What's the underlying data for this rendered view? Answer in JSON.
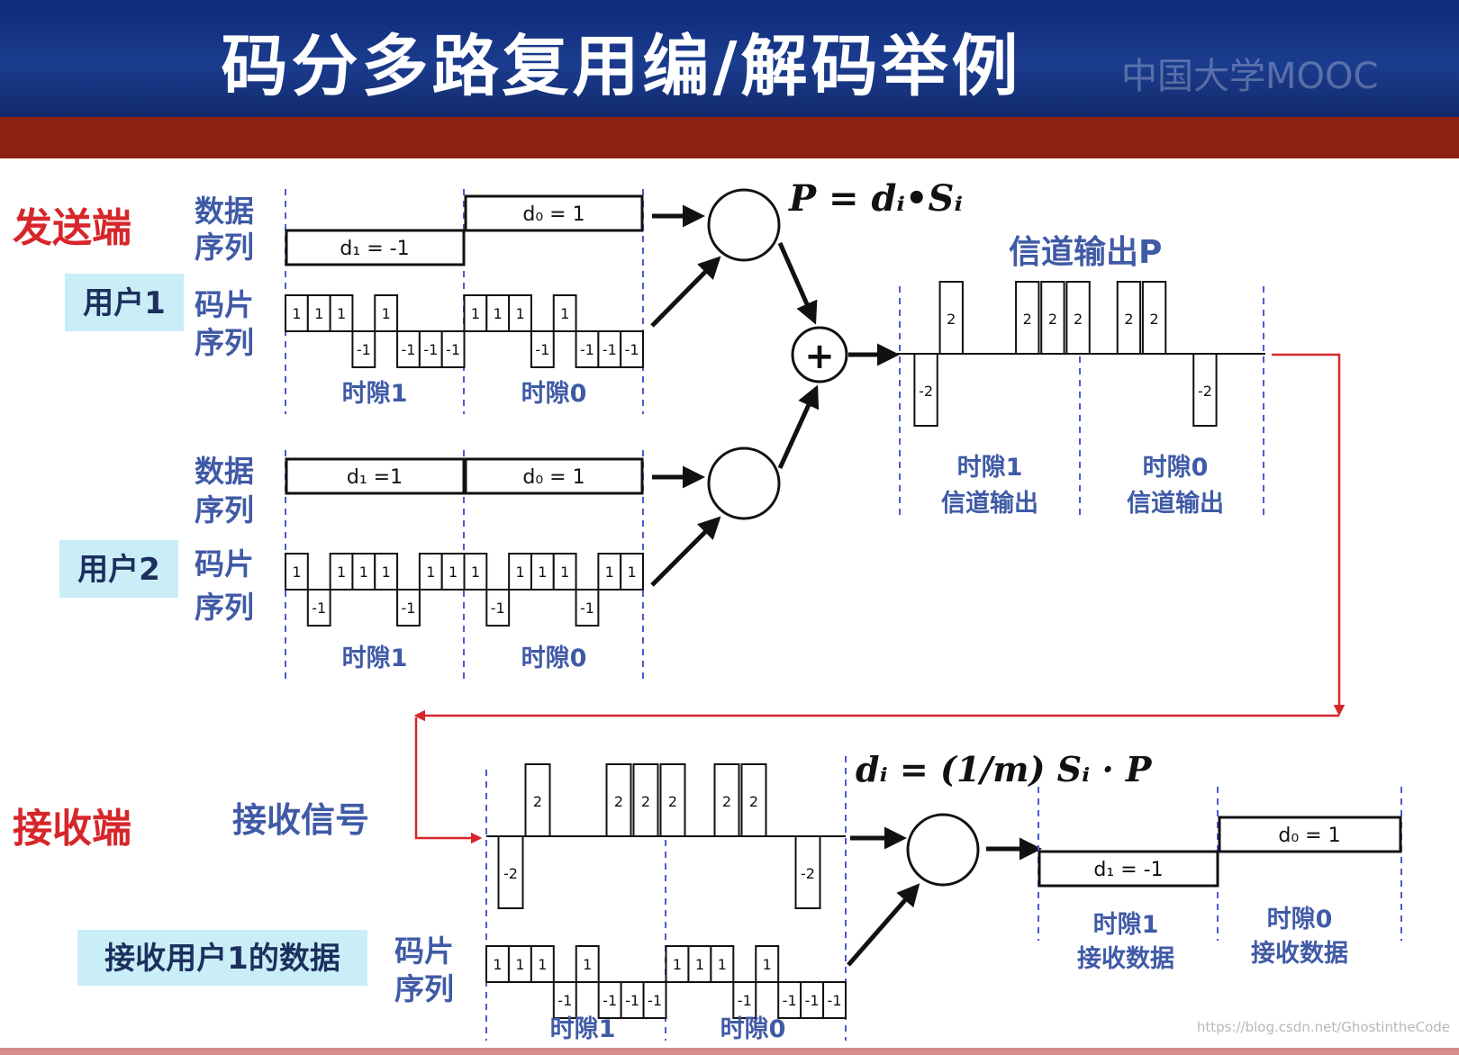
{
  "header": {
    "title": "码分多路复用编/解码举例",
    "watermark": "中国大学MOOC"
  },
  "footer": {
    "url": "https://blog.csdn.net/GhostintheCode"
  },
  "sender": {
    "side_label": "发送端",
    "user1": {
      "name": "用户1",
      "data_label_1": "数据",
      "data_label_2": "序列",
      "chip_label_1": "码片",
      "chip_label_2": "序列",
      "d1_text": "d₁ = -1",
      "d0_text": "d₀ = 1",
      "slot1_label": "时隙1",
      "slot0_label": "时隙0",
      "chips": [
        1,
        1,
        1,
        -1,
        1,
        -1,
        -1,
        -1
      ]
    },
    "user2": {
      "name": "用户2",
      "data_label_1": "数据",
      "data_label_2": "序列",
      "chip_label_1": "码片",
      "chip_label_2": "序列",
      "d1_text": "d₁ =1",
      "d0_text": "d₀ = 1",
      "slot1_label": "时隙1",
      "slot0_label": "时隙0",
      "chips": [
        1,
        -1,
        1,
        1,
        1,
        -1,
        1,
        1
      ]
    },
    "encode_formula": "P = dᵢ•Sᵢ",
    "adder_symbol": "+"
  },
  "channel": {
    "title": "信道输出P",
    "values": [
      -2,
      2,
      0,
      0,
      2,
      2,
      2,
      0,
      2,
      2,
      0,
      -2
    ],
    "slot1_label_1": "时隙1",
    "slot1_label_2": "信道输出",
    "slot0_label_1": "时隙0",
    "slot0_label_2": "信道输出"
  },
  "receiver": {
    "side_label": "接收端",
    "signal_label": "接收信号",
    "user_caption": "接收用户1的数据",
    "chip_label_1": "码片",
    "chip_label_2": "序列",
    "slot1_label": "时隙1",
    "slot0_label": "时隙0",
    "decode_formula": "dᵢ = (1/m) Sᵢ · P",
    "d1_text": "d₁ = -1",
    "d0_text": "d₀ = 1",
    "out_slot1_label_1": "时隙1",
    "out_slot1_label_2": "接收数据",
    "out_slot0_label_1": "时隙0",
    "out_slot0_label_2": "接收数据"
  },
  "colors": {
    "header_blue": "#1b3c8e",
    "band_red": "#8e2014",
    "label_blue": "#3f5aa6",
    "side_red": "#d7262a",
    "user_box": "#c9eef8",
    "connector_red": "#d7262a",
    "divider_blue": "#4b5bd0"
  }
}
